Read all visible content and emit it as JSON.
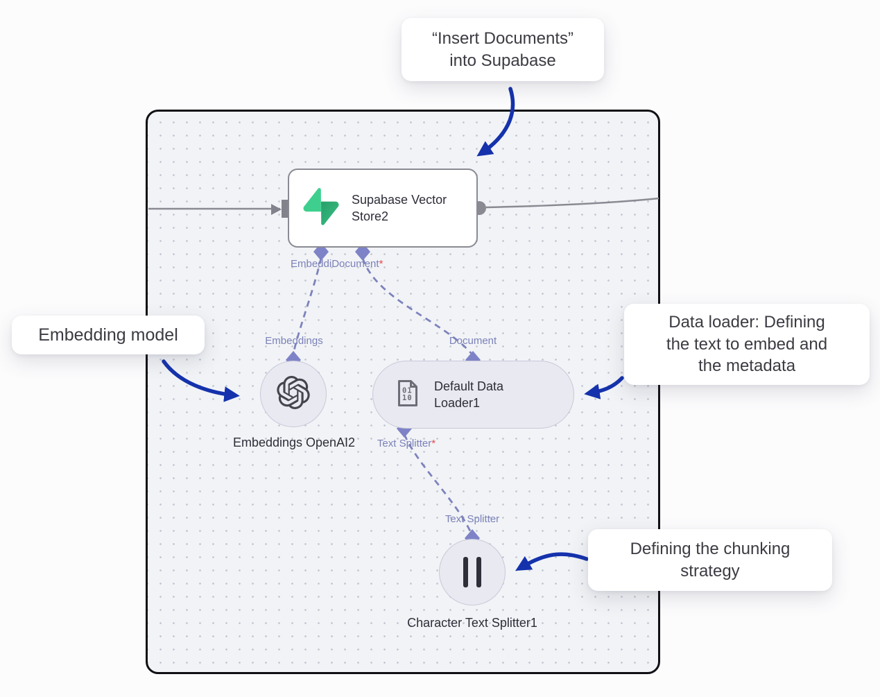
{
  "canvas": {
    "description": "workflow editor canvas with dot grid"
  },
  "annotations": {
    "insert_documents": {
      "text": "“Insert Documents”\ninto Supabase"
    },
    "embedding_model": {
      "text": "Embedding model"
    },
    "data_loader": {
      "text": "Data loader: Defining\nthe text to embed and\nthe metadata"
    },
    "chunking": {
      "text": "Defining the chunking\nstrategy"
    }
  },
  "nodes": {
    "supabase": {
      "title": "Supabase Vector Store2",
      "icon": "supabase-icon"
    },
    "embeddings": {
      "title": "Embeddings OpenAI2",
      "icon": "openai-icon"
    },
    "data_loader": {
      "title": "Default Data Loader1",
      "icon": "binary-file-icon"
    },
    "text_splitter": {
      "title": "Character Text Splitter1",
      "icon": "pause-icon"
    }
  },
  "port_labels": {
    "embedding_document_overlap": "EmbeddiDocument",
    "required_marker": "*",
    "embeddings": "Embeddings",
    "document": "Document",
    "text_splitter_required": "Text Splitter",
    "text_splitter": "Text Splitter"
  },
  "colors": {
    "arrow_blue": "#1532ac",
    "diamond_port": "#7e83c7",
    "dashed_connection": "#7d82bd",
    "gray_connection": "#8a8a93",
    "canvas_border": "#101014",
    "canvas_background": "#f1f3f6",
    "node_fill_light": "#e9e9f1",
    "supabase_green": "#3ecf8e",
    "required_red": "#e5484d"
  }
}
